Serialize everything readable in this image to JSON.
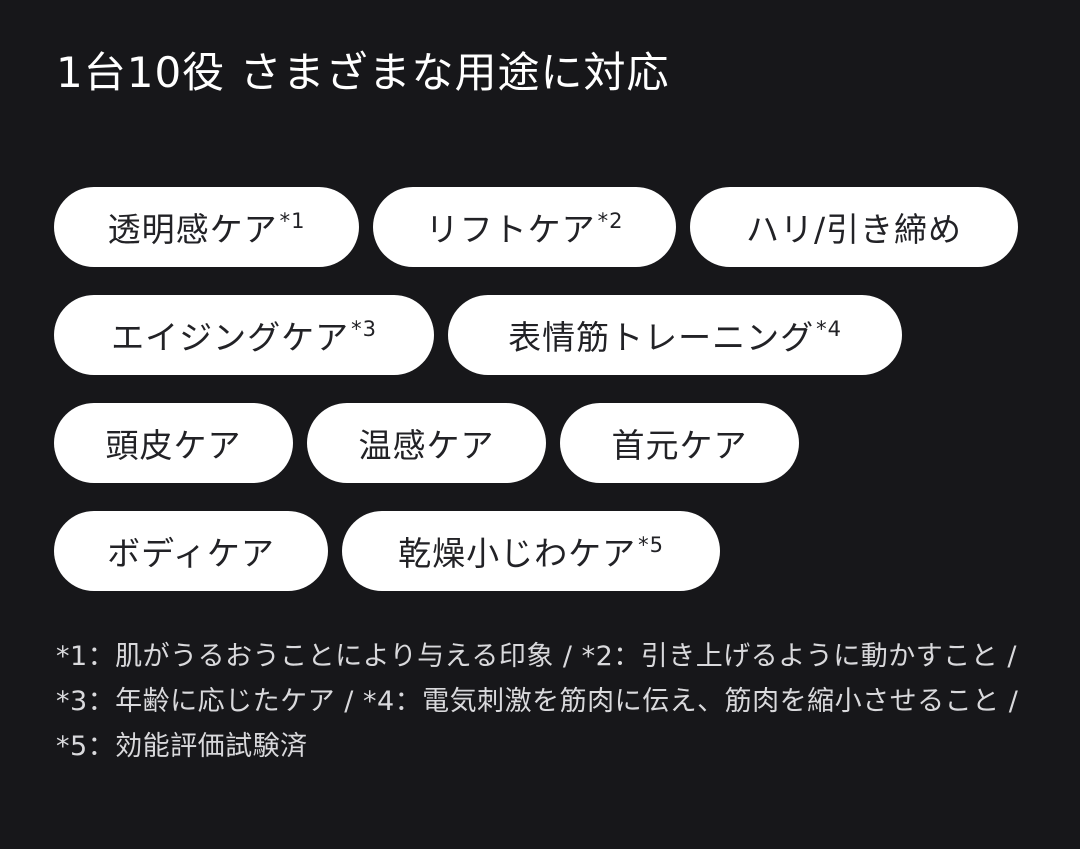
{
  "title": "1台10役 さまざまな用途に対応",
  "pills": [
    [
      {
        "label": "透明感ケア",
        "note": "*1"
      },
      {
        "label": "リフトケア",
        "note": "*2"
      },
      {
        "label": "ハリ/引き締め",
        "note": ""
      }
    ],
    [
      {
        "label": "エイジングケア",
        "note": "*3"
      },
      {
        "label": "表情筋トレーニング",
        "note": "*4"
      }
    ],
    [
      {
        "label": "頭皮ケア",
        "note": ""
      },
      {
        "label": "温感ケア",
        "note": ""
      },
      {
        "label": "首元ケア",
        "note": ""
      }
    ],
    [
      {
        "label": "ボディケア",
        "note": ""
      },
      {
        "label": "乾燥小じわケア",
        "note": "*5"
      }
    ]
  ],
  "footnote": "*1：肌がうるおうことにより与える印象 / *2：引き上げるように動かすこと / *3：年齢に応じたケア / *4：電気刺激を筋肉に伝え、筋肉を縮小させること / *5：効能評価試験済",
  "colors": {
    "background": "#17171a",
    "pill_background": "#ffffff",
    "pill_text": "#222226",
    "text": "#ffffff"
  }
}
